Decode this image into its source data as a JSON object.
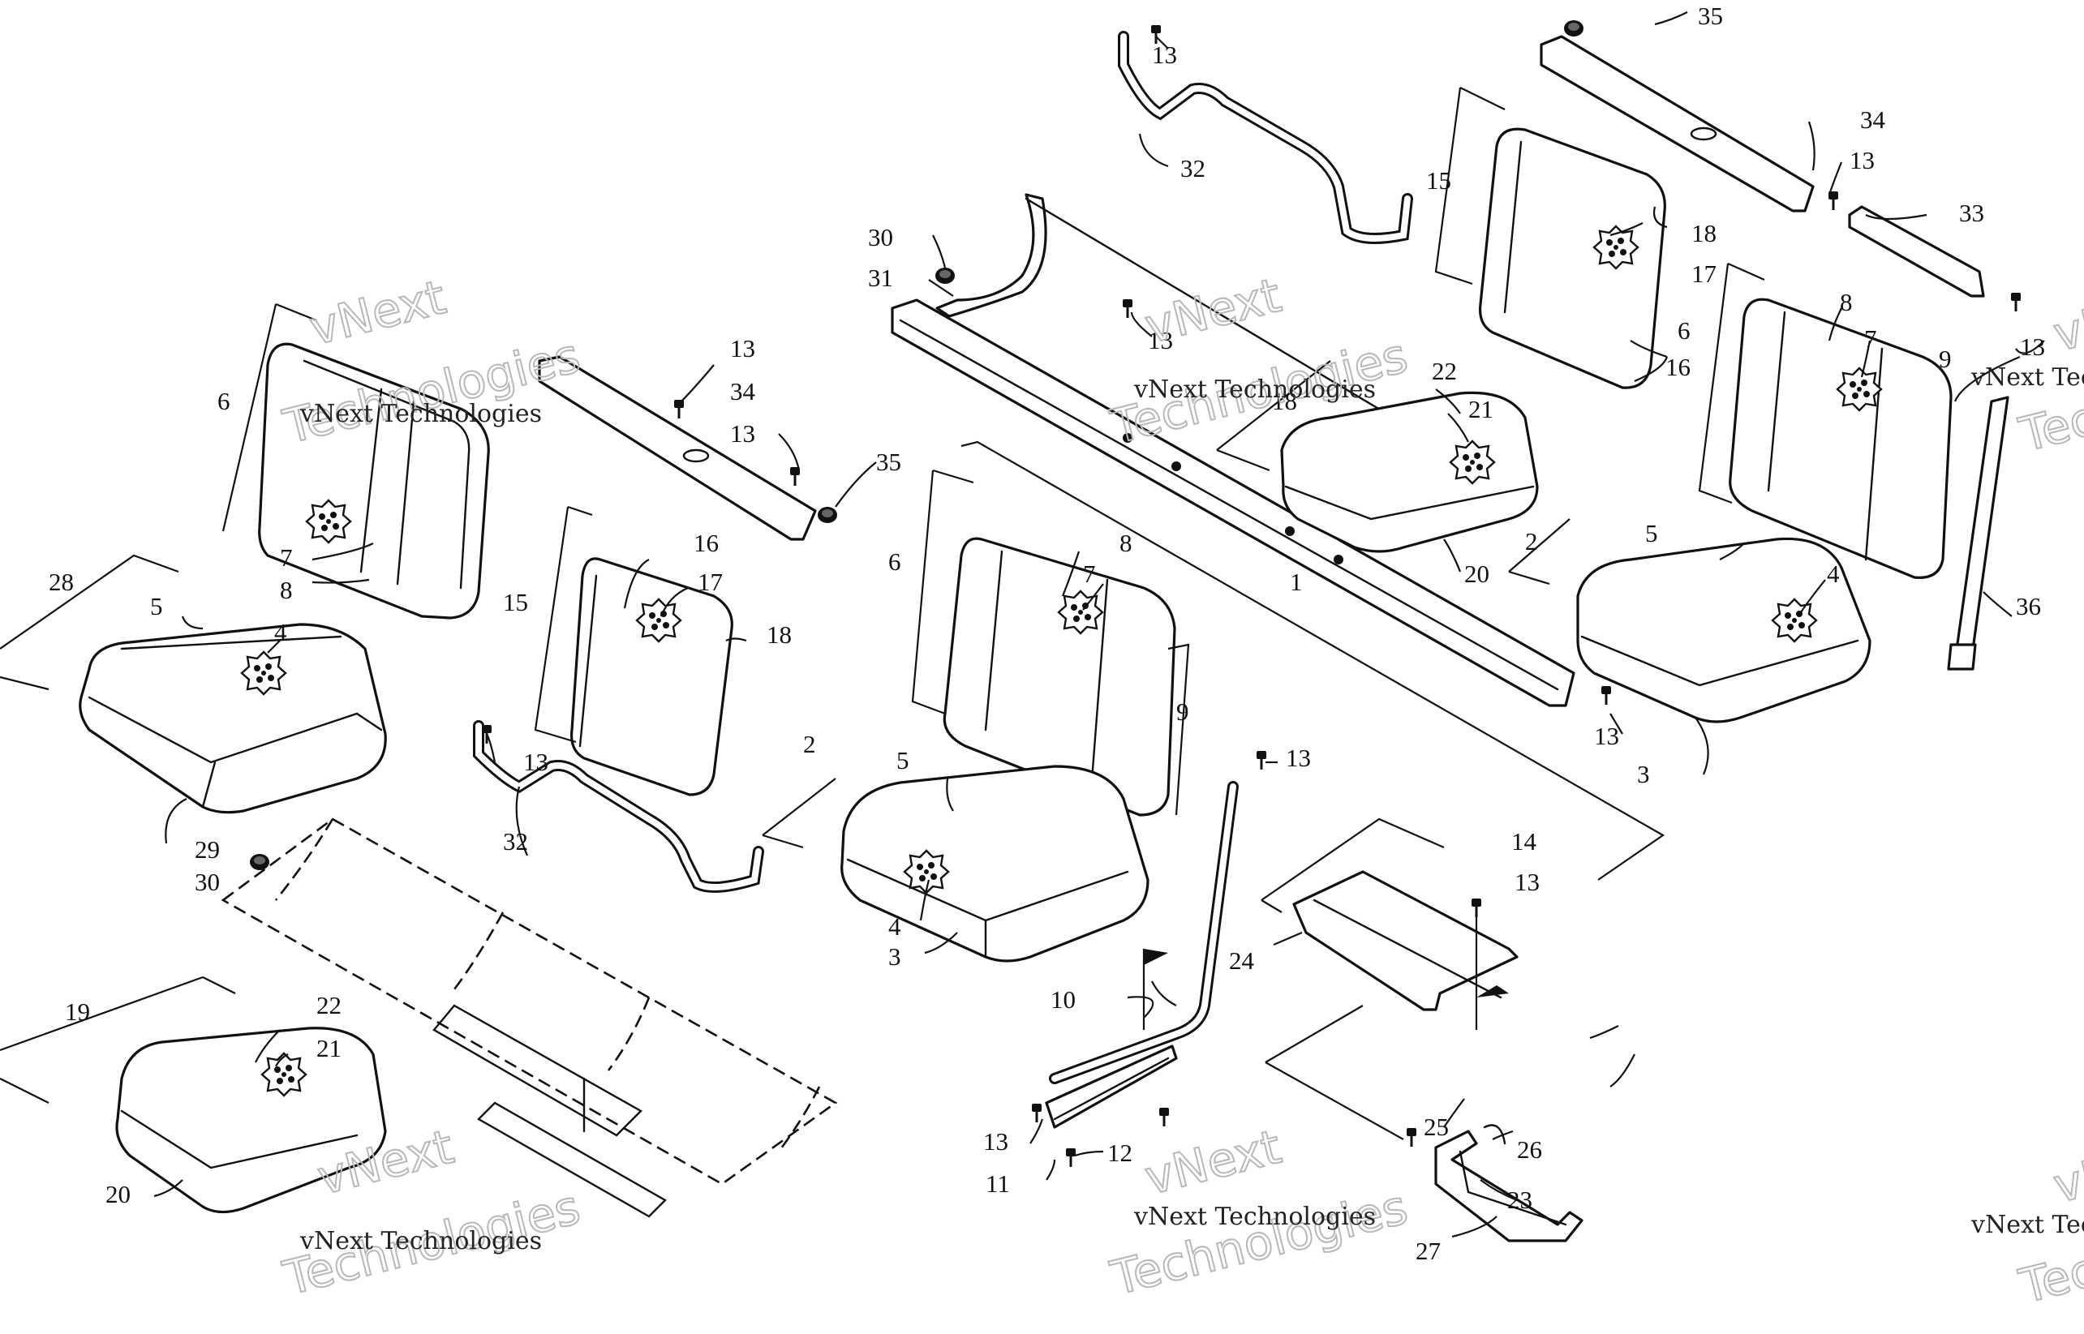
{
  "watermark": {
    "line1": "vNext",
    "line2": "vNext Technologies",
    "line3": "Technologies"
  },
  "callouts": {
    "c1": "1",
    "c2a": "2",
    "c2b": "2",
    "c3a": "3",
    "c3b": "3",
    "c4a": "4",
    "c4b": "4",
    "c4c": "4",
    "c5a": "5",
    "c5b": "5",
    "c5c": "5",
    "c6a": "6",
    "c6b": "6",
    "c6c": "6",
    "c7a": "7",
    "c7b": "7",
    "c7c": "7",
    "c8a": "8",
    "c8b": "8",
    "c8c": "8",
    "c9a": "9",
    "c9b": "9",
    "c10": "10",
    "c11": "11",
    "c12": "12",
    "c13a": "13",
    "c13b": "13",
    "c13c": "13",
    "c13d": "13",
    "c13e": "13",
    "c13f": "13",
    "c13g": "13",
    "c13h": "13",
    "c13i": "13",
    "c13j": "13",
    "c13k": "13",
    "c14": "14",
    "c15a": "15",
    "c15b": "15",
    "c16a": "16",
    "c16b": "16",
    "c17a": "17",
    "c17b": "17",
    "c18a": "18",
    "c18b": "18",
    "c18c": "18",
    "c19": "19",
    "c20a": "20",
    "c20b": "20",
    "c21a": "21",
    "c21b": "21",
    "c22a": "22",
    "c22b": "22",
    "c23": "23",
    "c24": "24",
    "c25": "25",
    "c26": "26",
    "c27": "27",
    "c28": "28",
    "c29": "29",
    "c30a": "30",
    "c30b": "30",
    "c31": "31",
    "c32a": "32",
    "c32b": "32",
    "c33": "33",
    "c34a": "34",
    "c34b": "34",
    "c35a": "35",
    "c35b": "35",
    "c36": "36"
  }
}
